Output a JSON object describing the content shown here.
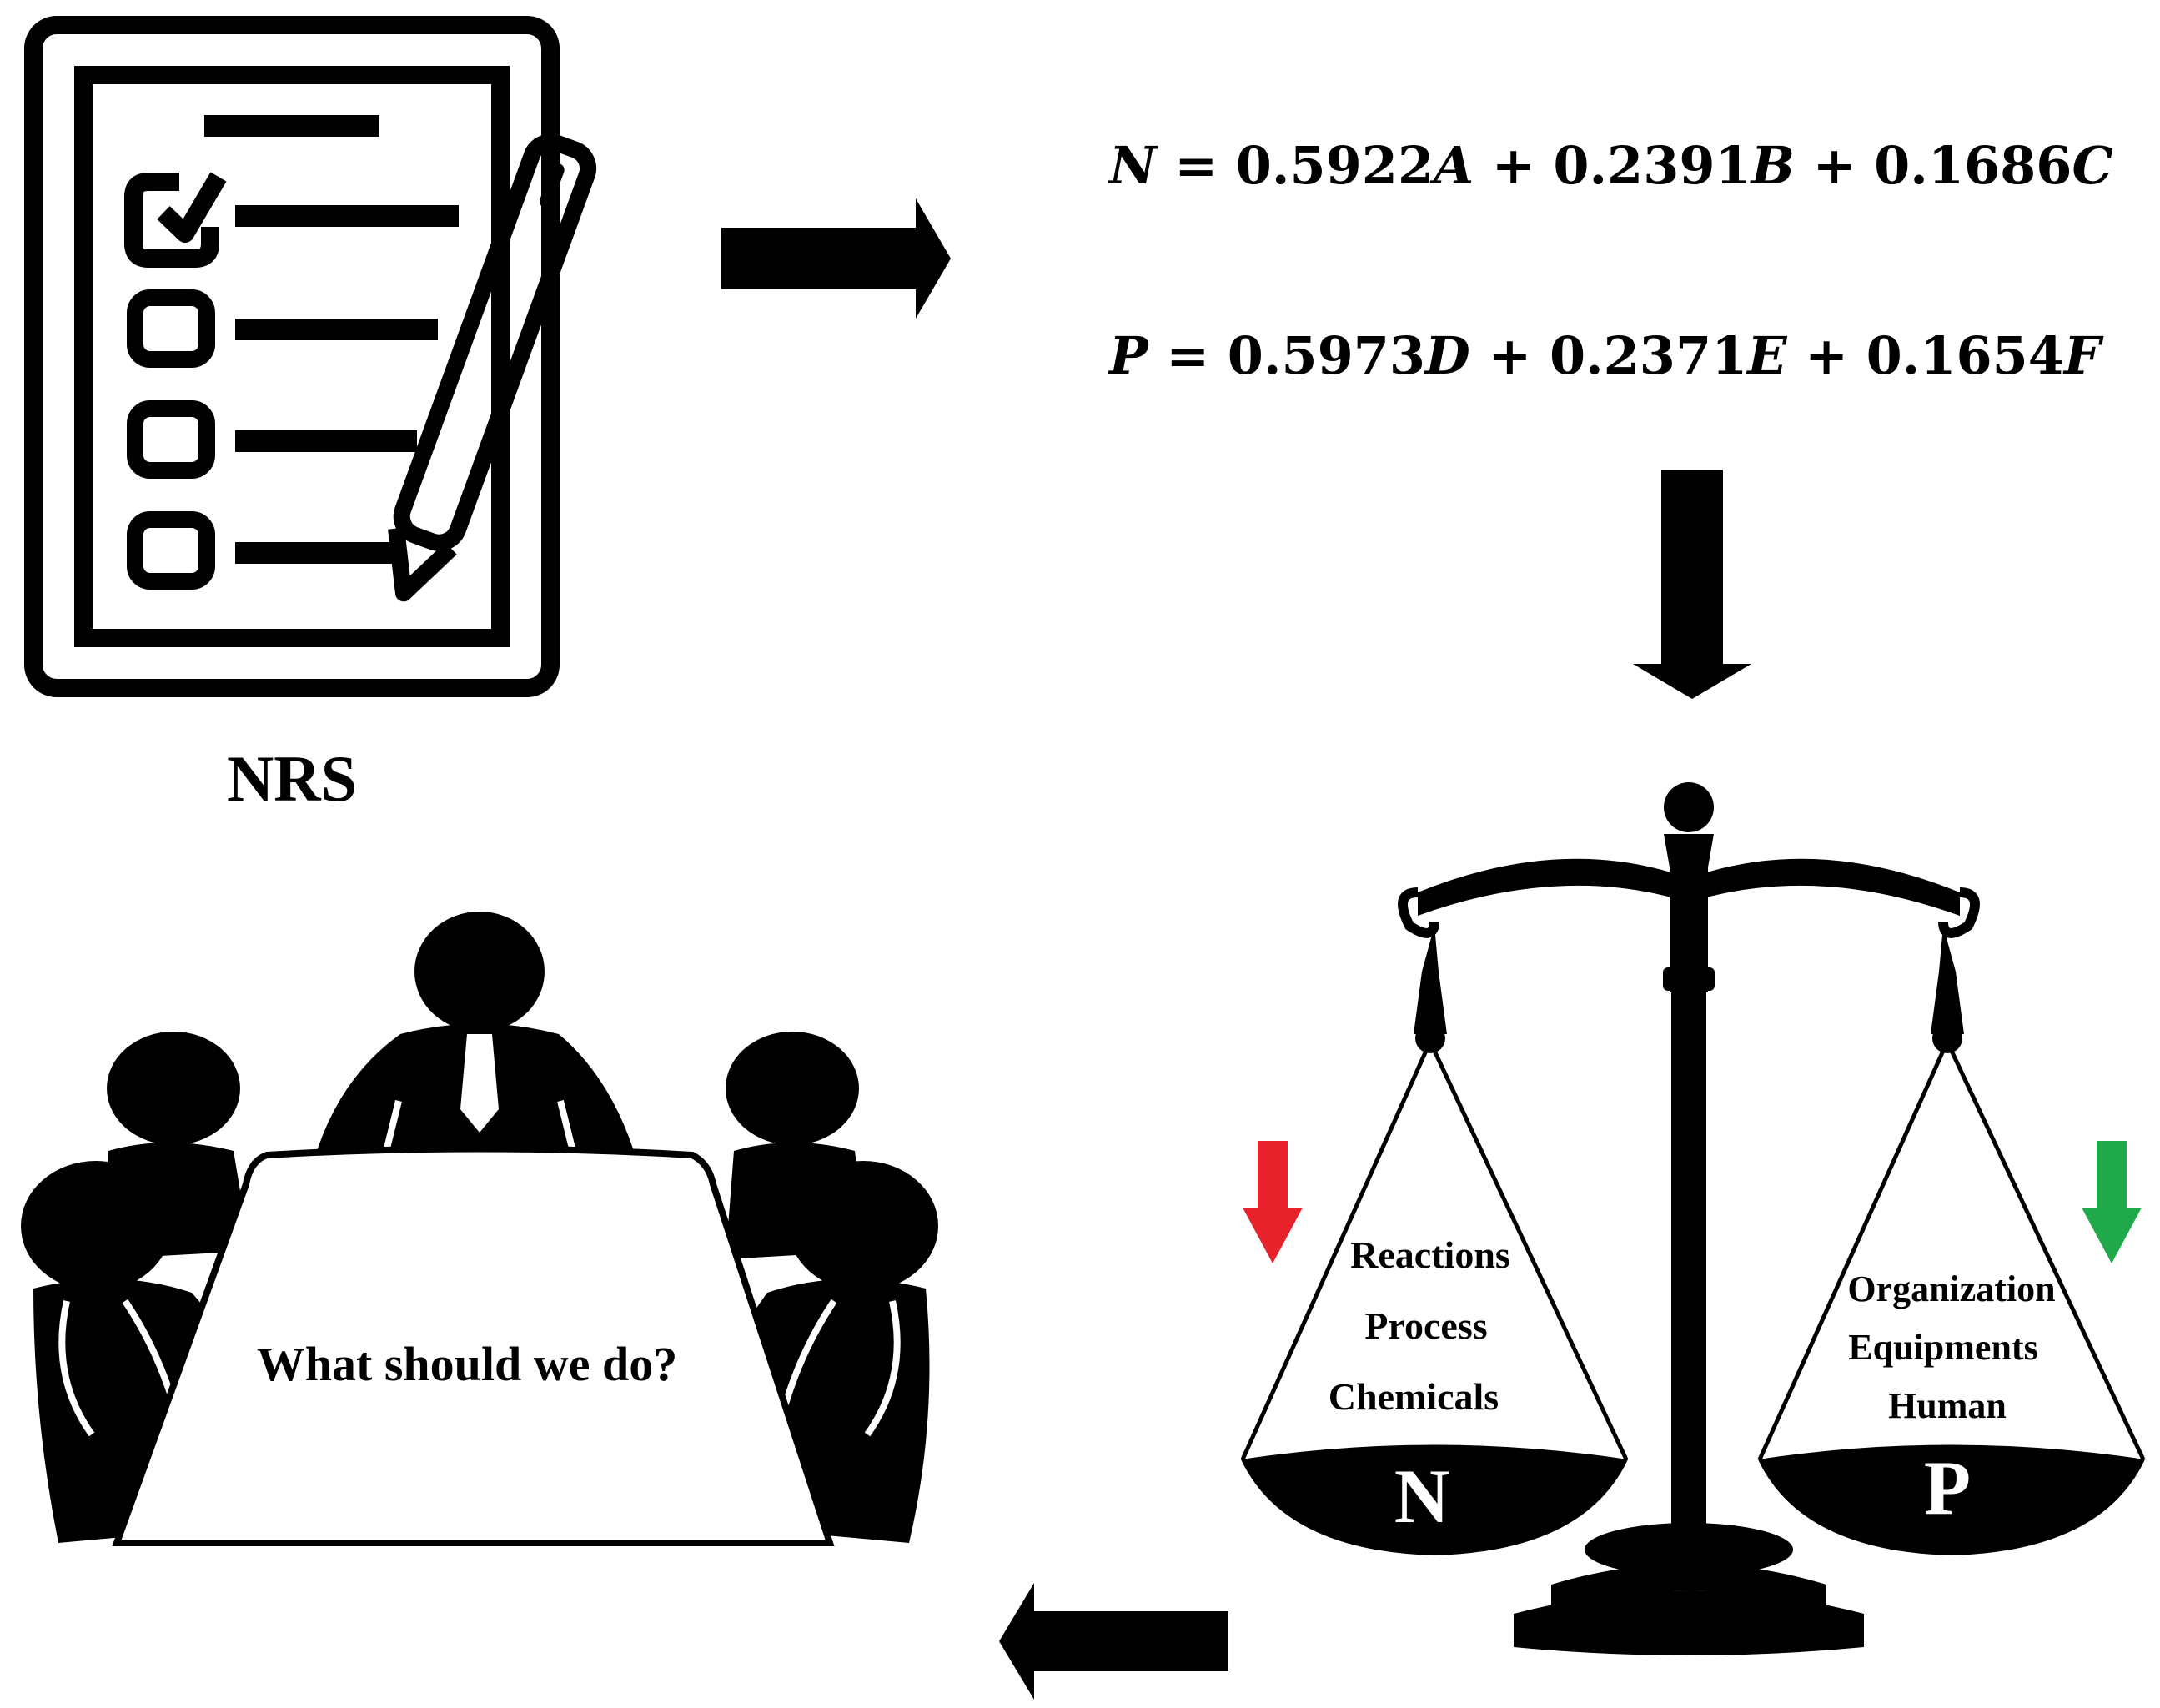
{
  "checklist": {
    "caption": "NRS"
  },
  "equations": {
    "n": {
      "lhs": "N",
      "eq": " = ",
      "a_coef": "0.5922",
      "a_var": "A",
      "plus1": " + ",
      "b_coef": "0.2391",
      "b_var": "B",
      "plus2": " + ",
      "c_coef": "0.1686",
      "c_var": "C"
    },
    "p": {
      "lhs": "P",
      "eq": " = ",
      "a_coef": "0.5973",
      "a_var": "D",
      "plus1": " + ",
      "b_coef": "0.2371",
      "b_var": "E",
      "plus2": " + ",
      "c_coef": "0.1654",
      "c_var": "F"
    }
  },
  "scale": {
    "left_pan": {
      "items": [
        "Reactions",
        "Process",
        "Chemicals"
      ],
      "letter": "N",
      "arrow_color": "#e8222a"
    },
    "right_pan": {
      "items": [
        "Organization",
        "Equipments",
        "Human"
      ],
      "letter": "P",
      "arrow_color": "#1fa94a"
    }
  },
  "meeting": {
    "question": "What should we do?"
  }
}
